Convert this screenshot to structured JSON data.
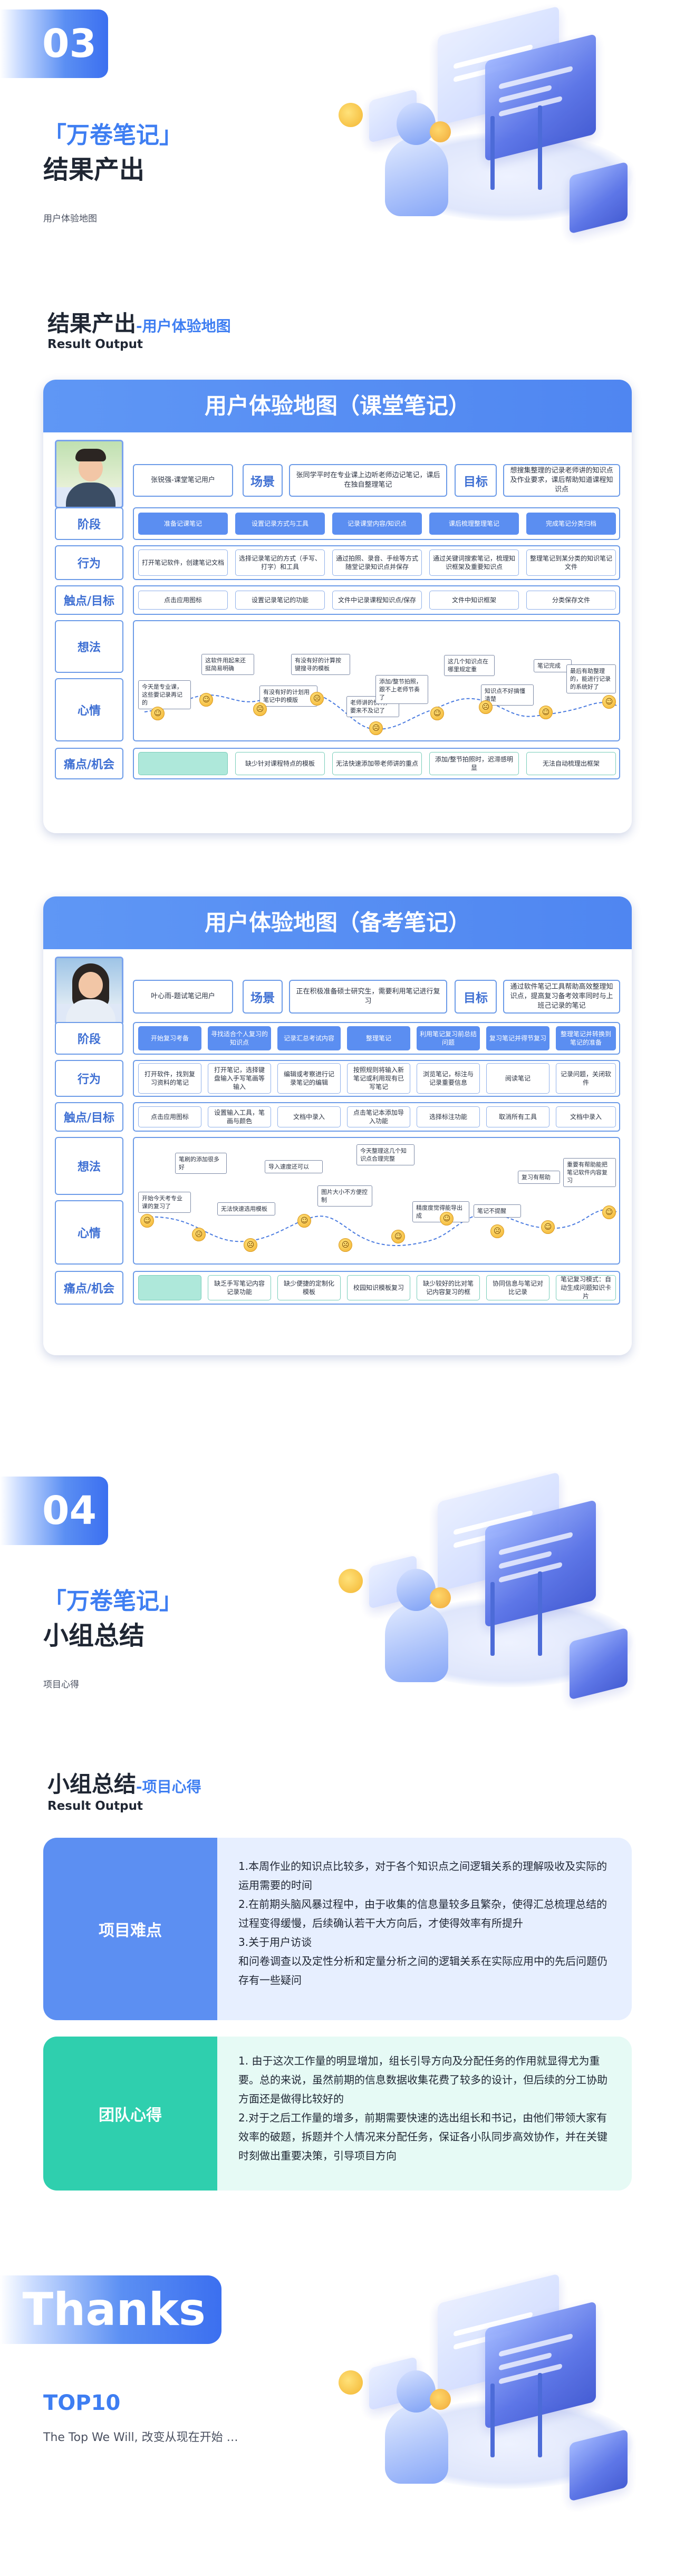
{
  "section3": {
    "number": "03",
    "kicker": "「万卷笔记」",
    "title": "结果产出",
    "note": "用户体验地图",
    "heading": "结果产出",
    "heading_sub": "-用户体验地图",
    "heading_en": "Result Output"
  },
  "map1": {
    "title": "用户体验地图（课堂笔记）",
    "persona": "张锐强-课堂笔记用户",
    "scene_label": "场景",
    "scene": "张同学平时在专业课上边听老师边记笔记，课后在独自整理笔记",
    "goal_label": "目标",
    "goal": "想搜集整理的记录老师讲的知识点及作业要求，课后帮助知道课程知识点",
    "rows": {
      "stage": "阶段",
      "action": "行为",
      "touch": "触点/目标",
      "thought": "想法",
      "mood": "心情",
      "pain": "痛点/机会"
    },
    "stages": [
      "准备记课笔记",
      "设置记录方式与工具",
      "记录课堂内容/知识点",
      "课后梳理整理笔记",
      "完成笔记分类归档"
    ],
    "actions": [
      "打开笔记软件，创建笔记文档",
      "选择记录笔记的方式（手写、打字）和工具",
      "通过拍照、录音、手绘等方式随堂记录知识点并保存",
      "通过关键词搜索笔记，梳理知识框架及重要知识点",
      "整理笔记到某分类的知识笔记文件"
    ],
    "touches": [
      "点击应用图标",
      "设置记录笔记的功能",
      "文件中记录课程知识点/保存",
      "文件中知识框架",
      "分类保存文件"
    ],
    "thoughts": [
      "今天是专业课，这些要记录再记的",
      "这软件用起来还挺简易明确",
      "有没有好的计划用笔记中的模版",
      "有没有好的计算按键搜寻的模板",
      "老师讲的快啊，要来不及记了",
      "添加/整节拍照，跟不上老师节奏了",
      "这几个知识点在哪里规定重",
      "知识点不好搞懂清楚",
      "笔记完成",
      "最后有助整理的，能进行记录的系统好了"
    ],
    "pains": [
      "",
      "缺少针对课程特点的模板",
      "无法快速添加带老师讲的重点",
      "添加/整节拍照时，迟滞感明显",
      "无法自动梳理出框架"
    ]
  },
  "map2": {
    "title": "用户体验地图（备考笔记）",
    "persona": "叶心雨-题试笔记用户",
    "scene_label": "场景",
    "scene": "正在积极准备硕士研究生，需要利用笔记进行复习",
    "goal_label": "目标",
    "goal": "通过软件笔记工具帮助高效整理知识点，提高复习备考效率同时与上班己记录的笔记",
    "rows": {
      "stage": "阶段",
      "action": "行为",
      "touch": "触点/目标",
      "thought": "想法",
      "mood": "心情",
      "pain": "痛点/机会"
    },
    "stages": [
      "开始复习考备",
      "寻找适合个人复习的知识点",
      "记录汇总考试内容",
      "整理笔记",
      "利用笔记复习前总结问题",
      "复习笔记并得节复习",
      "整理笔记并转换到笔记的准备"
    ],
    "actions": [
      "打开软件，找到复习资料的笔记",
      "打开笔记，选择键盘输入手写笔画等输入",
      "编辑或考察进行记录笔记的编辑",
      "按照规则将输入新笔记或利用现有已写笔记",
      "浏览笔记，标注与记录重要信息",
      "阅读笔记",
      "记录问题，关闭软件"
    ],
    "touches": [
      "点击应用图标",
      "设置输入工具，笔画与颜色",
      "文档中录入",
      "点击笔记本添加导入功能",
      "选择标注功能",
      "取消所有工具",
      "文档中录入"
    ],
    "thoughts": [
      "开始今天考专业课的复习了",
      "笔刷的添加很多好",
      "无法快速选用模板",
      "导入速度还可以",
      "图片大小不方便控制",
      "今天整理这几个知识点合理完整",
      "精度度觉得能导出成",
      "笔记不提醒",
      "复习有帮助",
      "重要有帮助能把笔记软件内容复习"
    ],
    "pains": [
      "",
      "缺乏手写笔记内容记录功能",
      "缺少便捷的定制化模板",
      "校园知识模板复习",
      "缺少较好的比对笔记内容复习的框",
      "协同信息与笔记对比记录",
      "笔记复习模式：自动生成问题知识卡片"
    ]
  },
  "section4": {
    "number": "04",
    "kicker": "「万卷笔记」",
    "title": "小组总结",
    "note": "项目心得",
    "heading": "小组总结",
    "heading_sub": "-项目心得",
    "heading_en": "Result Output",
    "rows": [
      {
        "label": "项目难点",
        "lines": [
          "1.本周作业的知识点比较多，对于各个知识点之间逻辑关系的理解吸收及实际的运用需要的时间",
          "2.在前期头脑风暴过程中，由于收集的信息量较多且繁杂，使得汇总梳理总结的过程变得缓慢，后续确认若干大方向后，才使得效率有所提升",
          "3.关于用户访谈",
          "和问卷调查以及定性分析和定量分析之间的逻辑关系在实际应用中的先后问题仍存有一些疑问"
        ]
      },
      {
        "label": "团队心得",
        "lines": [
          "1. 由于这次工作量的明显增加，组长引导方向及分配任务的作用就显得尤为重要。总的来说，虽然前期的信息数据收集花费了较多的设计，但后续的分工协助方面还是做得比较好的",
          "2.对于之后工作量的增多，前期需要快速的选出组长和书记，由他们带领大家有效率的破题，拆题并个人情况来分配任务，保证各小队同步高效协作，并在关键时刻做出重要决策，引导项目方向"
        ]
      }
    ]
  },
  "thanks": {
    "badge": "Thanks",
    "top": "TOP10",
    "tagline": "The Top We Will, 改变从现在开始 …"
  },
  "colors": {
    "accent": "#3e7ef2",
    "blue_cell": "#5b8ef1",
    "mint": "#aee8da",
    "sum_blue_label": "#5c8ff2",
    "sum_blue_bg": "#e7efff",
    "sum_mint_label": "#2fcfae",
    "sum_mint_bg": "#e6faf5"
  }
}
